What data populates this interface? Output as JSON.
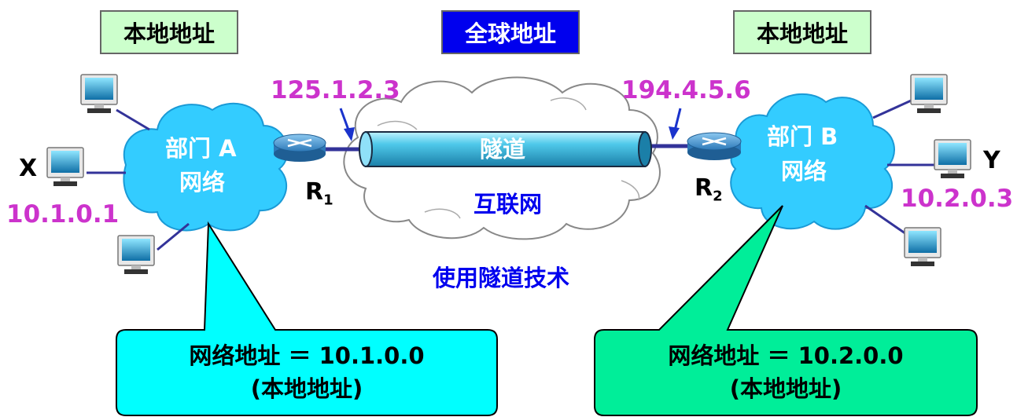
{
  "header": {
    "left_label": "本地地址",
    "center_label": "全球地址",
    "right_label": "本地地址"
  },
  "network_a": {
    "name_line1": "部门 A",
    "name_line2": "网络",
    "host_x_name": "X",
    "host_x_ip": "10.1.0.1",
    "router_name": "R",
    "router_sub": "1",
    "router_public_ip": "125.1.2.3"
  },
  "network_b": {
    "name_line1": "部门 B",
    "name_line2": "网络",
    "host_y_name": "Y",
    "host_y_ip": "10.2.0.3",
    "router_name": "R",
    "router_sub": "2",
    "router_public_ip": "194.4.5.6"
  },
  "internet": {
    "tunnel_label": "隧道",
    "cloud_label": "互联网",
    "caption": "使用隧道技术"
  },
  "callout_a": {
    "line1": "网络地址 ＝ 10.1.0.0",
    "line2": "(本地地址)"
  },
  "callout_b": {
    "line1": "网络地址 ＝ 10.2.0.0",
    "line2": "(本地地址)"
  },
  "colors": {
    "ip_text": "#cc33cc",
    "local_box": "#ccffcc",
    "global_box": "#0000ee",
    "callout_a_fill": "#00ffff",
    "callout_b_fill": "#00ee99",
    "department_cloud": "#33ccff",
    "tunnel": "#33bbdd",
    "link": "#333399"
  }
}
